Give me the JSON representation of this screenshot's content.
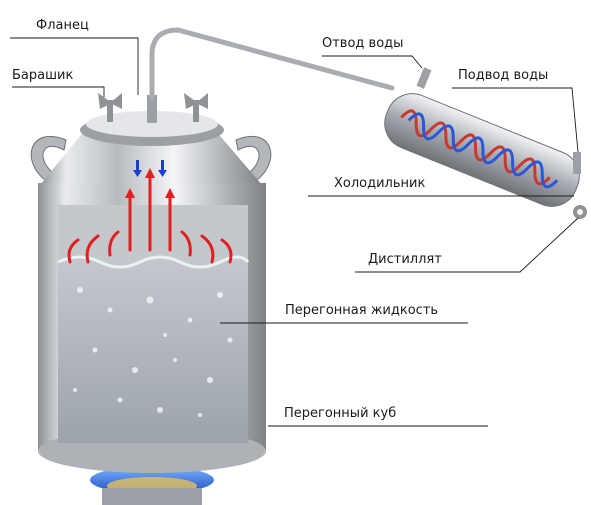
{
  "labels": {
    "flange": "Фланец",
    "wing_nut": "Барашик",
    "water_out": "Отвод воды",
    "water_in": "Подвод воды",
    "condenser": "Холодильник",
    "distillate": "Дистиллят",
    "liquid": "Перегонная жидкость",
    "cube": "Перегонный куб"
  },
  "colors": {
    "line": "#1a1a1a",
    "steel": "#c9ccd0",
    "liquid": "#d9dde2",
    "arrow_red": "#e02020",
    "arrow_blue": "#1a3fd1",
    "flame": "#2f6fe0"
  }
}
